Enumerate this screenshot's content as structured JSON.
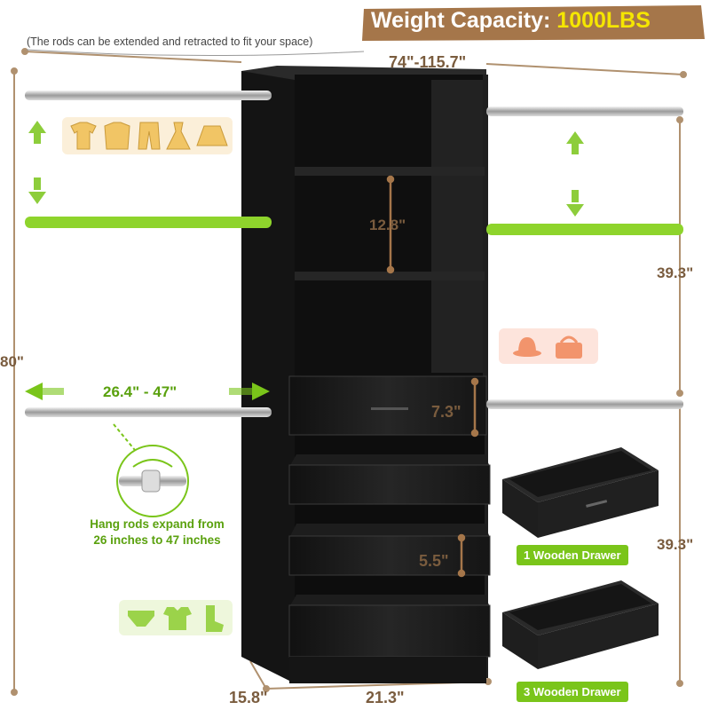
{
  "capacity": {
    "label": "Weight Capacity:",
    "value": "1000LBS"
  },
  "note": "(The rods can be extended and retracted to fit your space)",
  "dimensions": {
    "total_width": "74\"-115.7\"",
    "shelf_gap": "12.8\"",
    "upper_side": "39.3\"",
    "lower_side": "39.3\"",
    "height": "80\"",
    "rod_span": "26.4\" - 47\"",
    "top_drawer": "7.3\"",
    "lower_drawer": "5.5\"",
    "depth": "15.8\"",
    "unit_width": "21.3\""
  },
  "hang_text": {
    "line1": "Hang rods expand from",
    "line2": "26 inches to 47 inches"
  },
  "badges": {
    "one_drawer": "1 Wooden Drawer",
    "three_drawer": "3 Wooden Drawer"
  },
  "icons": {
    "clothes": [
      "shirt-icon",
      "jacket-icon",
      "pants-icon",
      "dress-icon",
      "skirt-icon"
    ],
    "accessories": [
      "hat-icon",
      "handbag-icon"
    ],
    "baby": [
      "underwear-icon",
      "onesie-icon",
      "sock-icon"
    ]
  },
  "colors": {
    "wood": "#1b1b1b",
    "accent_green": "#7ac51a",
    "dimension_brown": "#7a5c3e",
    "banner_brown": "#a5764a",
    "capacity_yellow": "#f5e600",
    "card_beige": "#fbefd9",
    "card_pink": "#fde4dc",
    "card_green": "#eef7dc"
  }
}
